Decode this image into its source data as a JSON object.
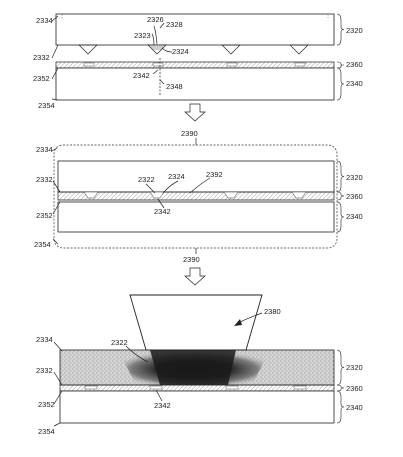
{
  "labels": {
    "s1_2320": "2320",
    "s1_2334": "2334",
    "s1_2326": "2326",
    "s1_2328": "2328",
    "s1_2323": "2323",
    "s1_2324": "2324",
    "s1_2332": "2332",
    "s1_2360": "2360",
    "s1_2352": "2352",
    "s1_2342": "2342",
    "s1_2348": "2348",
    "s1_2340": "2340",
    "s1_2354": "2354",
    "s2_2390": "2390",
    "s2_2334": "2334",
    "s2_2332": "2332",
    "s2_2322": "2322",
    "s2_2324": "2324",
    "s2_2392": "2392",
    "s2_2320": "2320",
    "s2_2360": "2360",
    "s2_2352": "2352",
    "s2_2342": "2342",
    "s2_2340": "2340",
    "s2_2354": "2354",
    "s2_2390b": "2390",
    "s3_2380": "2380",
    "s3_2334": "2334",
    "s3_2322": "2322",
    "s3_2332": "2332",
    "s3_2320": "2320",
    "s3_2360": "2360",
    "s3_2352": "2352",
    "s3_2342": "2342",
    "s3_2340": "2340",
    "s3_2354": "2354"
  },
  "icons": {
    "down_arrow_1": "process-arrow-icon",
    "down_arrow_2": "process-arrow-icon"
  },
  "colors": {
    "line": "#222222",
    "hatch": "#9a9a9a",
    "laser_dark": "#1e1e1e",
    "speckle": "#b8b8b8"
  }
}
